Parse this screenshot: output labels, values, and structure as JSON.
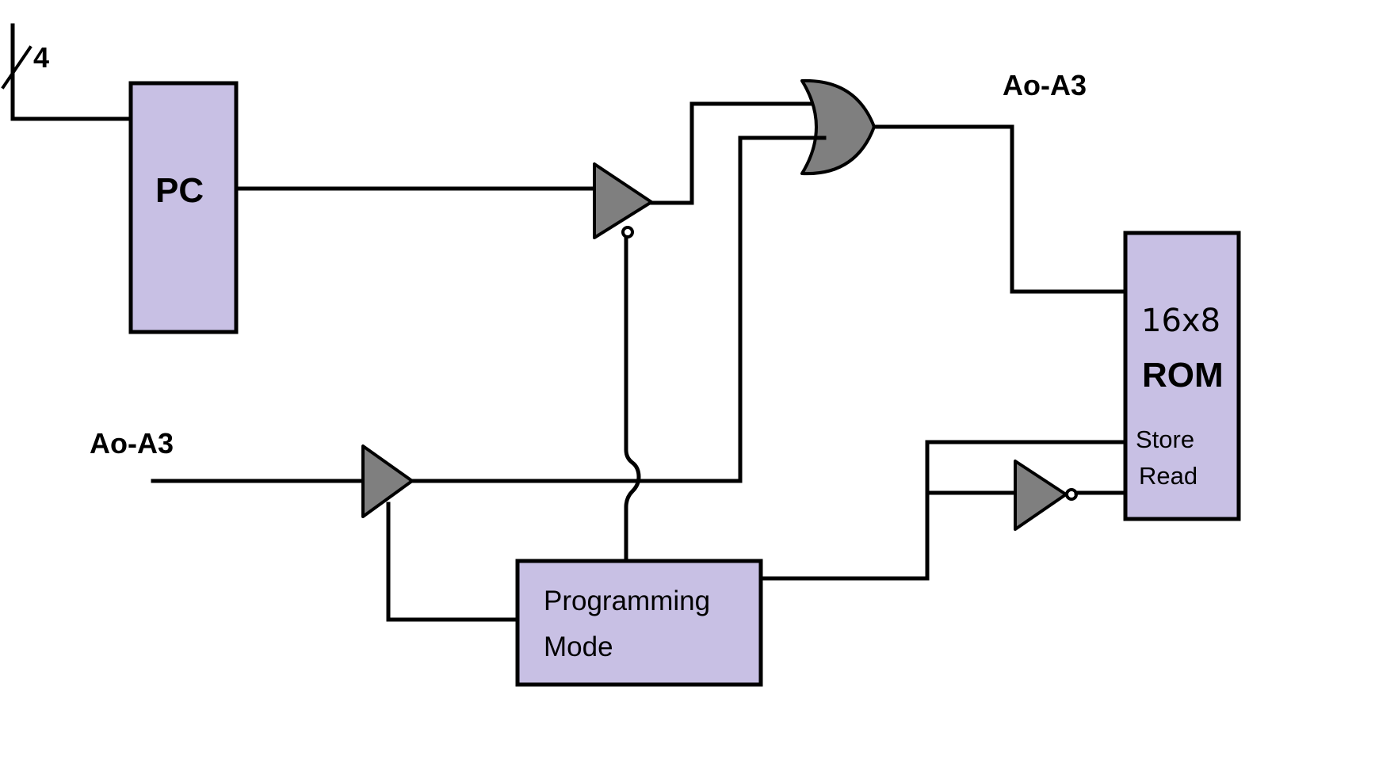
{
  "diagram": {
    "bus_width_label": "4",
    "pc_label": "PC",
    "input_address_label": "Ao-A3",
    "output_address_label": "Ao-A3",
    "rom": {
      "size_label": "16x8",
      "type_label": "ROM",
      "store_label": "Store",
      "read_label": "Read"
    },
    "programming_mode": {
      "line1": "Programming",
      "line2": "Mode"
    }
  }
}
